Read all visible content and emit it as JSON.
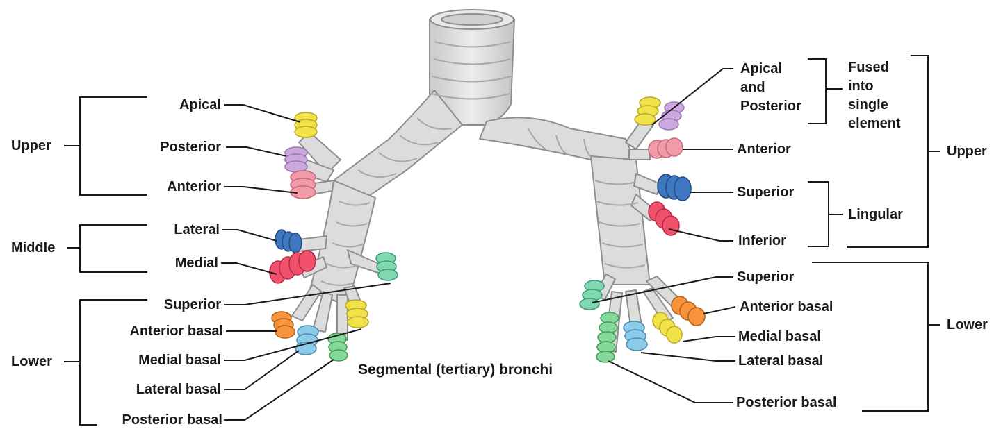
{
  "caption": "Segmental (tertiary) bronchi",
  "left": {
    "groups": {
      "upper": "Upper",
      "middle": "Middle",
      "lower": "Lower"
    },
    "segments": {
      "apical": "Apical",
      "posterior": "Posterior",
      "anterior": "Anterior",
      "lateral": "Lateral",
      "medial": "Medial",
      "superior": "Superior",
      "anterior_basal": "Anterior basal",
      "medial_basal": "Medial basal",
      "lateral_basal": "Lateral basal",
      "posterior_basal": "Posterior basal"
    }
  },
  "right": {
    "groups": {
      "upper": "Upper",
      "lingular": "Lingular",
      "lower": "Lower"
    },
    "fused_note": [
      "Fused",
      "into",
      "single",
      "element"
    ],
    "segments": {
      "apical_posterior": [
        "Apical",
        "and",
        "Posterior"
      ],
      "anterior": "Anterior",
      "superior_lingular": "Superior",
      "inferior_lingular": "Inferior",
      "superior": "Superior",
      "anterior_basal": "Anterior basal",
      "medial_basal": "Medial basal",
      "lateral_basal": "Lateral basal",
      "posterior_basal": "Posterior basal"
    }
  },
  "colors": {
    "yellow": "#f2e24a",
    "lavender": "#cda8e0",
    "pink": "#f29aa8",
    "blue": "#3f78c0",
    "red": "#f0506a",
    "green": "#7fd8b0",
    "orange": "#f7943c",
    "lightblue": "#8ccbe8",
    "lightgreen": "#86d89a",
    "airway": "#d9d9d9",
    "airway_dark": "#9a9a9a"
  }
}
